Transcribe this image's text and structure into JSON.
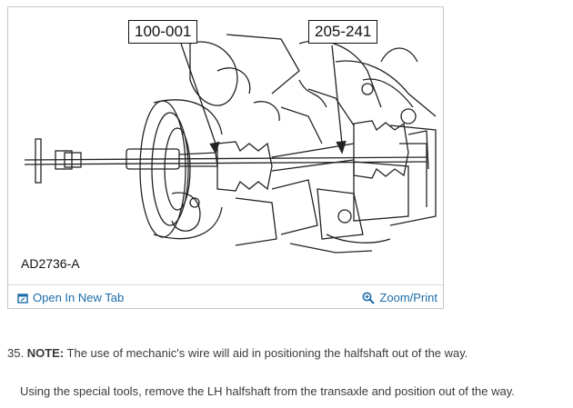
{
  "figure": {
    "callout_left": "100-001",
    "callout_right": "205-241",
    "figure_id": "AD2736-A"
  },
  "links": {
    "open_new_tab": "Open In New Tab",
    "zoom_print": "Zoom/Print",
    "link_color": "#1a6ba8"
  },
  "instruction": {
    "step_number": "35.",
    "note_label": "NOTE:",
    "note_text": "The use of mechanic's wire will aid in positioning the halfshaft out of the way.",
    "body_text": "Using the special tools, remove the LH halfshaft from the transaxle and position out of the way."
  }
}
